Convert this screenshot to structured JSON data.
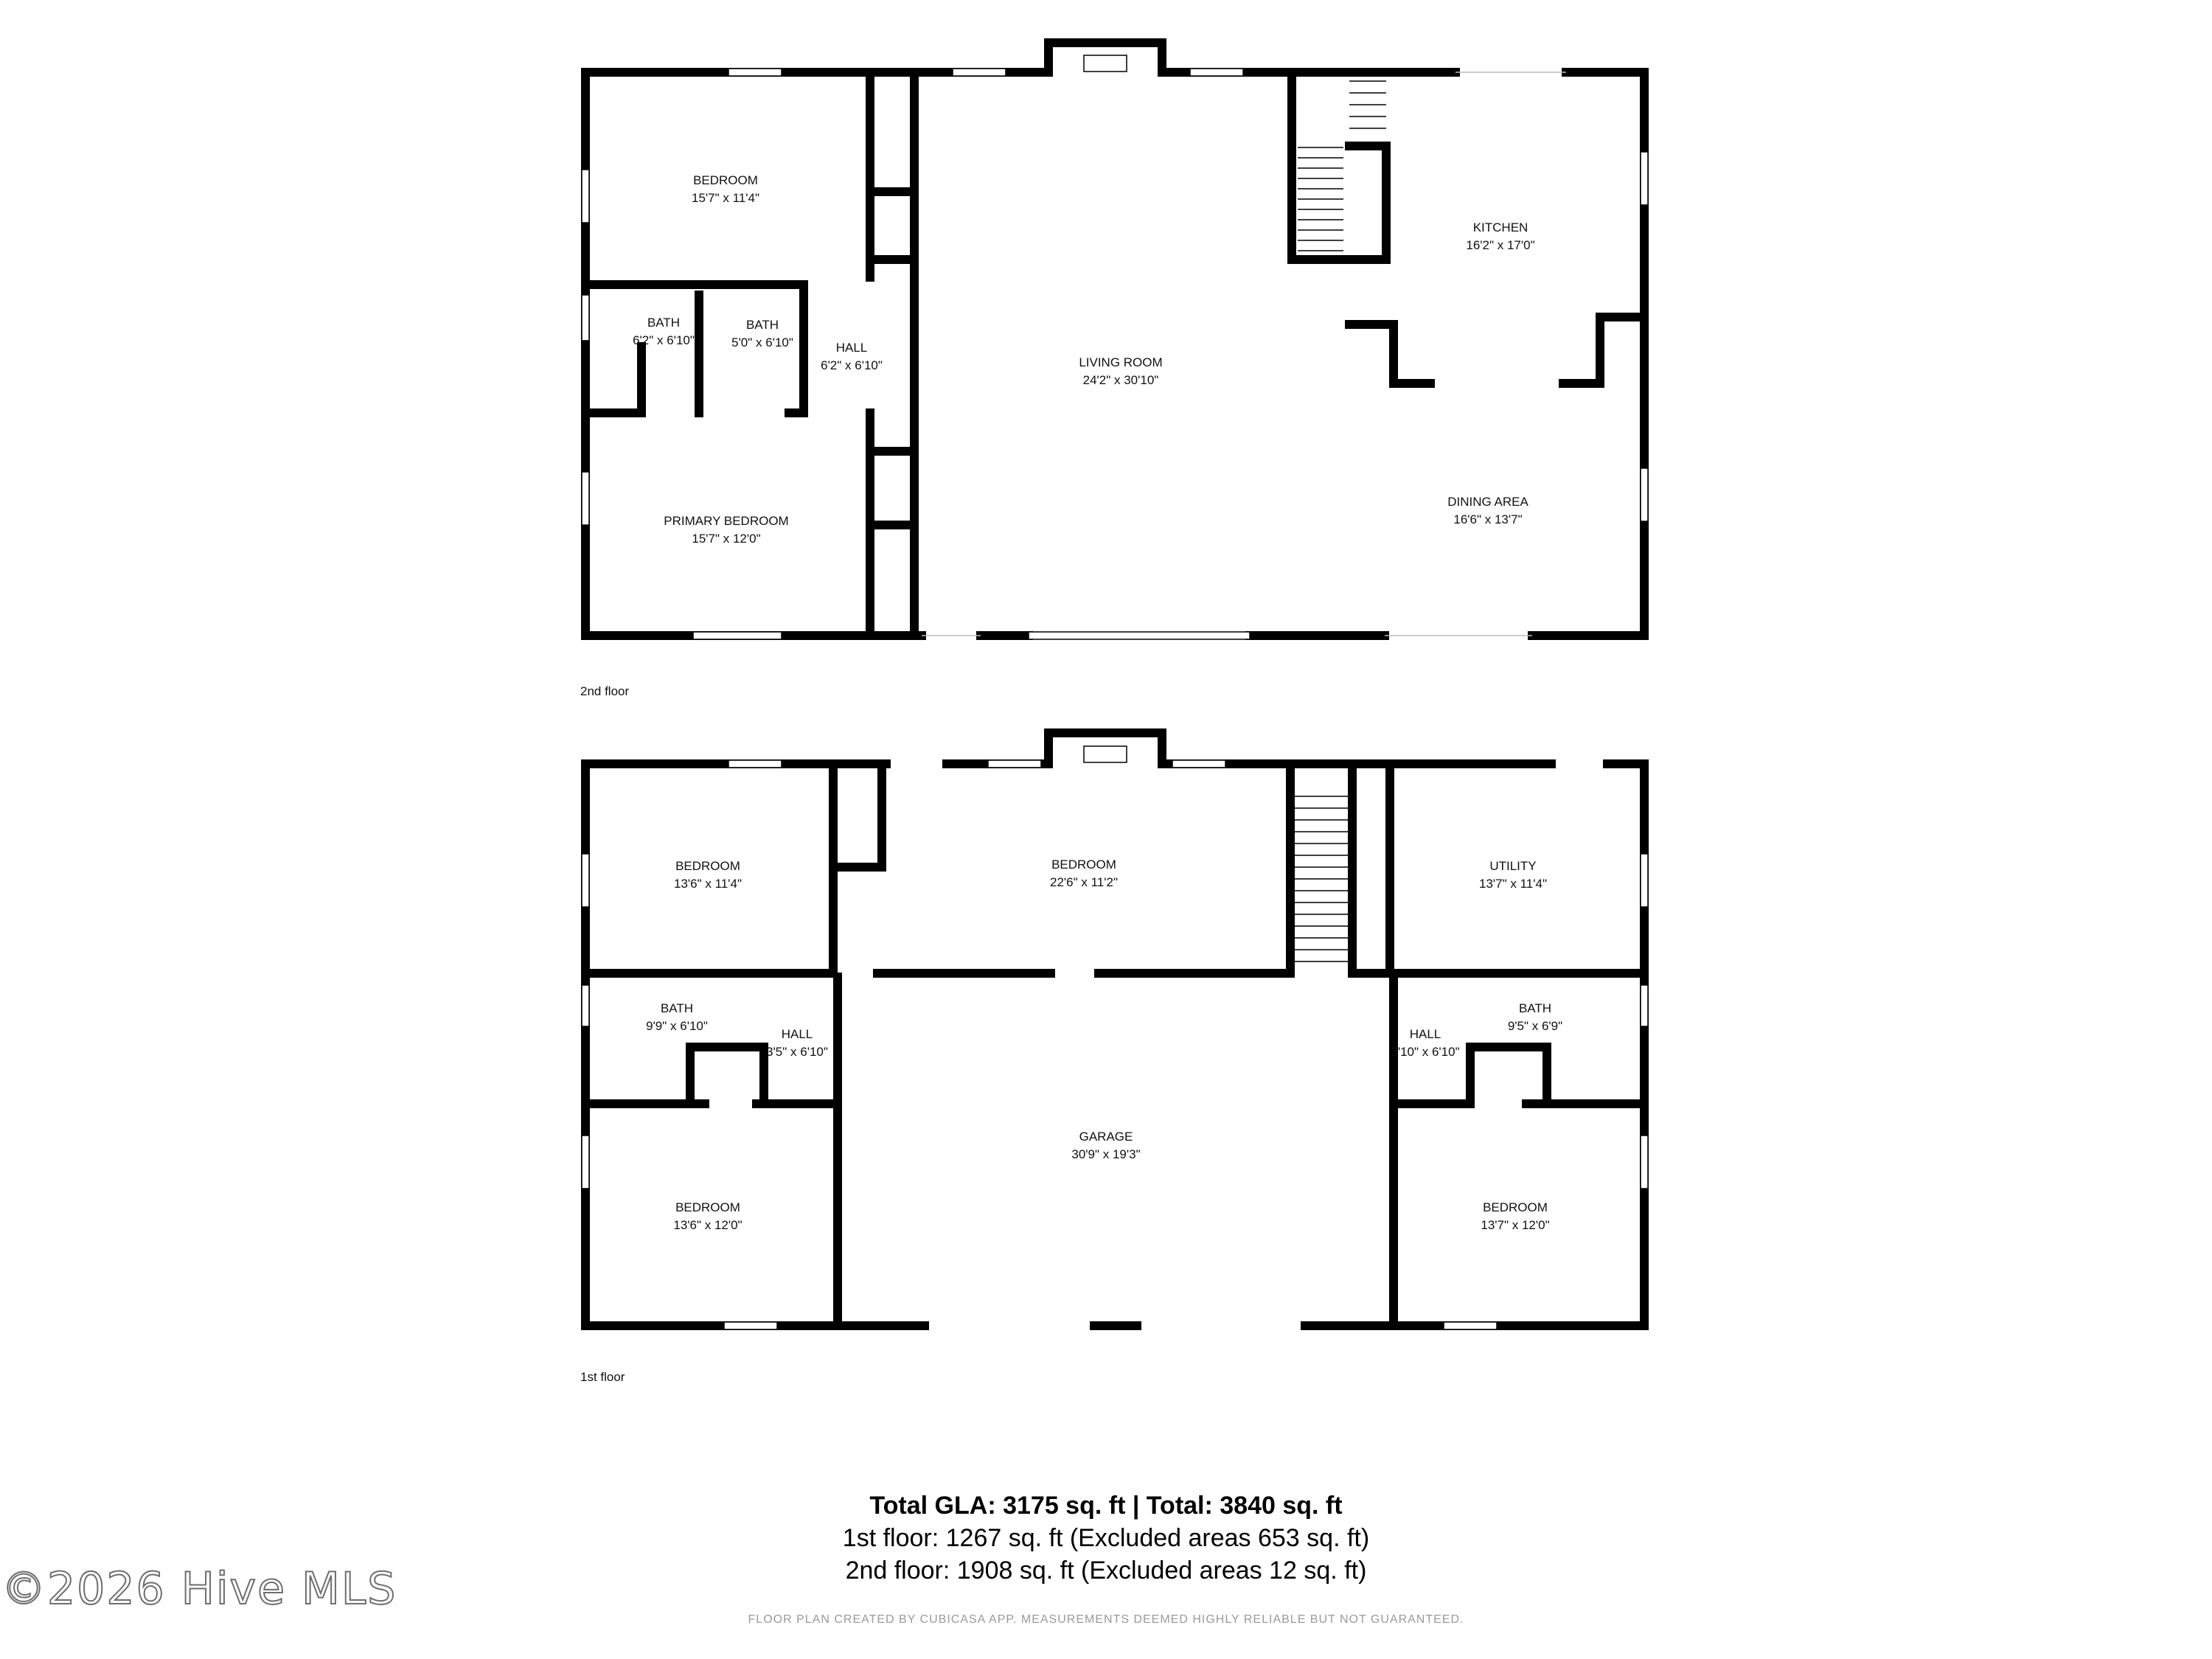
{
  "floors": [
    {
      "label": "2nd floor",
      "rooms": [
        {
          "name": "BEDROOM",
          "dims": "15'7\" x 11'4\""
        },
        {
          "name": "BATH",
          "dims": "6'2\" x 6'10\""
        },
        {
          "name": "BATH",
          "dims": "5'0\" x 6'10\""
        },
        {
          "name": "HALL",
          "dims": "6'2\" x 6'10\""
        },
        {
          "name": "PRIMARY BEDROOM",
          "dims": "15'7\" x 12'0\""
        },
        {
          "name": "LIVING ROOM",
          "dims": "24'2\" x 30'10\""
        },
        {
          "name": "KITCHEN",
          "dims": "16'2\" x 17'0\""
        },
        {
          "name": "DINING AREA",
          "dims": "16'6\" x 13'7\""
        }
      ]
    },
    {
      "label": "1st floor",
      "rooms": [
        {
          "name": "BEDROOM",
          "dims": "13'6\" x 11'4\""
        },
        {
          "name": "BEDROOM",
          "dims": "22'6\" x 11'2\""
        },
        {
          "name": "UTILITY",
          "dims": "13'7\" x 11'4\""
        },
        {
          "name": "BATH",
          "dims": "9'9\" x 6'10\""
        },
        {
          "name": "HALL",
          "dims": "3'5\" x 6'10\""
        },
        {
          "name": "GARAGE",
          "dims": "30'9\" x 19'3\""
        },
        {
          "name": "HALL",
          "dims": "3'10\" x 6'10\""
        },
        {
          "name": "BATH",
          "dims": "9'5\" x 6'9\""
        },
        {
          "name": "BEDROOM",
          "dims": "13'6\" x 12'0\""
        },
        {
          "name": "BEDROOM",
          "dims": "13'7\" x 12'0\""
        }
      ]
    }
  ],
  "totals": {
    "headline": "Total GLA: 3175 sq. ft | Total: 3840 sq. ft",
    "first_floor": "1st floor: 1267 sq. ft (Excluded areas 653 sq. ft)",
    "second_floor": "2nd floor: 1908 sq. ft (Excluded areas 12 sq. ft)"
  },
  "disclaimer": "FLOOR PLAN CREATED BY CUBICASA APP. MEASUREMENTS DEEMED HIGHLY RELIABLE BUT NOT GUARANTEED.",
  "watermark": "©2026 Hive MLS"
}
